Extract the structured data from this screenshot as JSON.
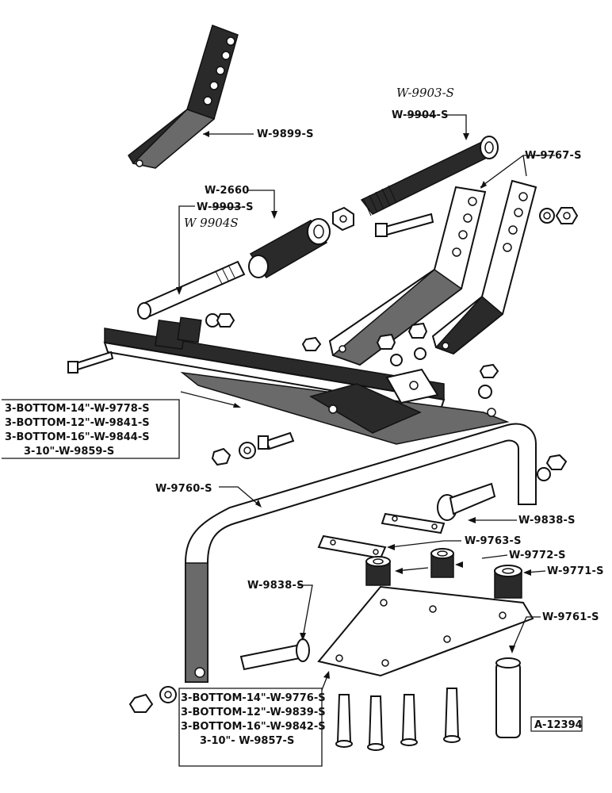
{
  "labels": {
    "w9899": "W-9899-S",
    "w9903_hand": "W-9903-S",
    "w9903_print_prefix": "W-",
    "w9903_print_struck": "9904",
    "w9903_print_suffix": "-S",
    "w9767": "W-9767-S",
    "w2660": "W-2660",
    "w9903_b_prefix": "W-",
    "w9903_b_struck": "9903",
    "w9903_b_suffix": "-S",
    "w9904_hand": "W 9904S",
    "w9760": "W-9760-S",
    "w9838_a": "W-9838-S",
    "w9763": "W-9763-S",
    "w9772": "W-9772-S",
    "w9771": "W-9771-S",
    "w9838_b": "W-9838-S",
    "w9761": "W-9761-S",
    "fig_id": "A-12394"
  },
  "box_upper": [
    "3-BOTTOM-14\"-W-9778-S",
    "3-BOTTOM-12\"-W-9841-S",
    "3-BOTTOM-16\"-W-9844-S",
    "3-10\"-W-9859-S"
  ],
  "box_lower": [
    "3-BOTTOM-14\"-W-9776-S",
    "3-BOTTOM-12\"-W-9839-S",
    "3-BOTTOM-16\"-W-9842-S",
    "3-10\"- W-9857-S"
  ]
}
